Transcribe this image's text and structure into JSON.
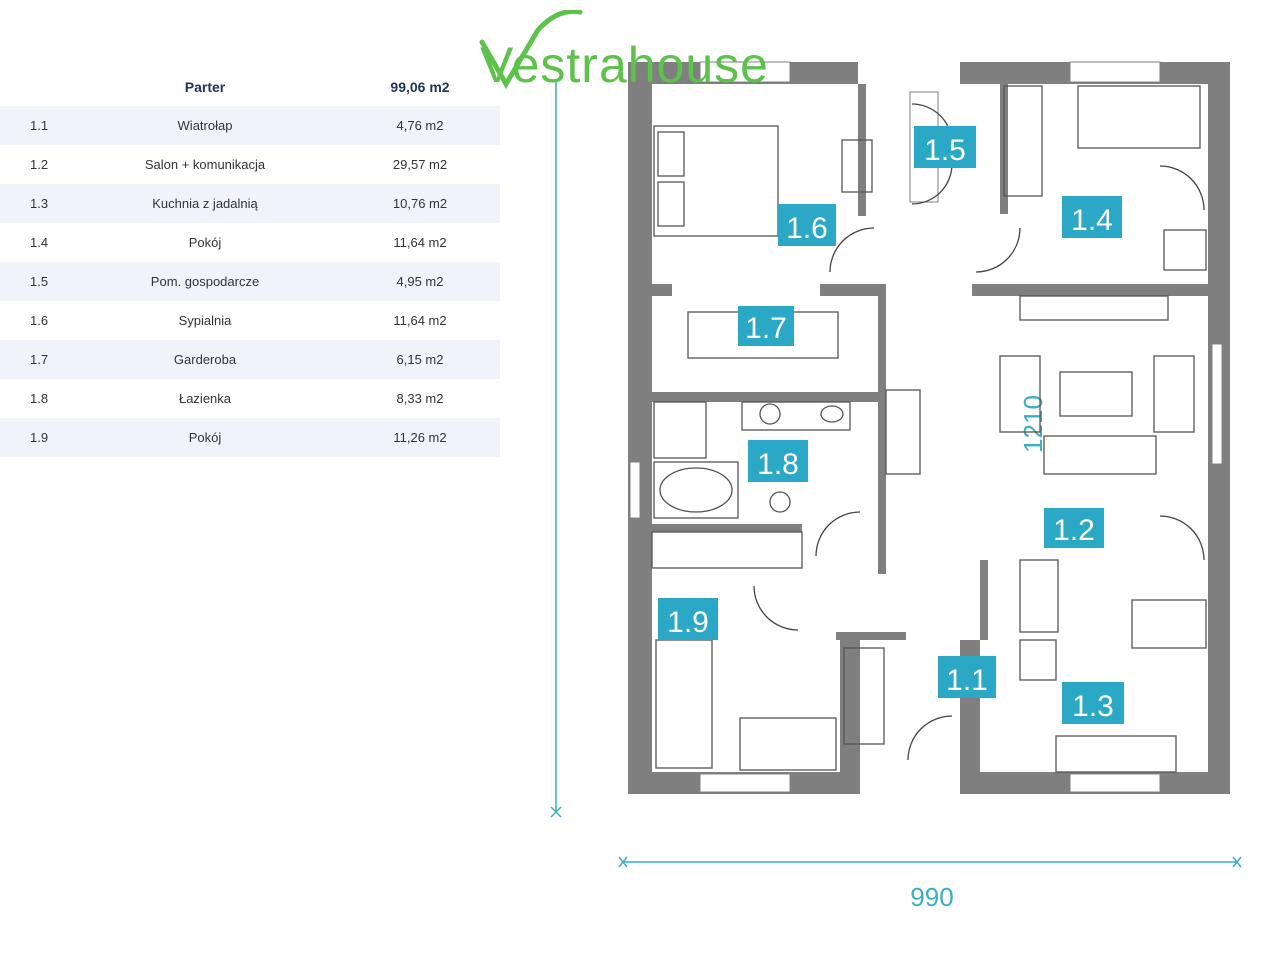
{
  "logo": {
    "text": "Vestrahouse",
    "color": "#5cc24a"
  },
  "table": {
    "header": {
      "name": "Parter",
      "area": "99,06 m2"
    },
    "rows": [
      {
        "id": "1.1",
        "name": "Wiatrołap",
        "area": "4,76 m2"
      },
      {
        "id": "1.2",
        "name": "Salon + komunikacja",
        "area": "29,57 m2"
      },
      {
        "id": "1.3",
        "name": "Kuchnia z jadalnią",
        "area": "10,76 m2"
      },
      {
        "id": "1.4",
        "name": "Pokój",
        "area": "11,64 m2"
      },
      {
        "id": "1.5",
        "name": "Pom. gospodarcze",
        "area": "4,95 m2"
      },
      {
        "id": "1.6",
        "name": "Sypialnia",
        "area": "11,64 m2"
      },
      {
        "id": "1.7",
        "name": "Garderoba",
        "area": "6,15 m2"
      },
      {
        "id": "1.8",
        "name": "Łazienka",
        "area": "8,33 m2"
      },
      {
        "id": "1.9",
        "name": "Pokój",
        "area": "11,26 m2"
      }
    ]
  },
  "plan": {
    "room_labels": [
      "1.1",
      "1.2",
      "1.3",
      "1.4",
      "1.5",
      "1.6",
      "1.7",
      "1.8",
      "1.9"
    ],
    "dimensions": {
      "height": "1210",
      "width": "990"
    },
    "colors": {
      "label": "#2aa8c5",
      "wall": "#7f7f7f",
      "dimension": "#3aaec6"
    }
  }
}
